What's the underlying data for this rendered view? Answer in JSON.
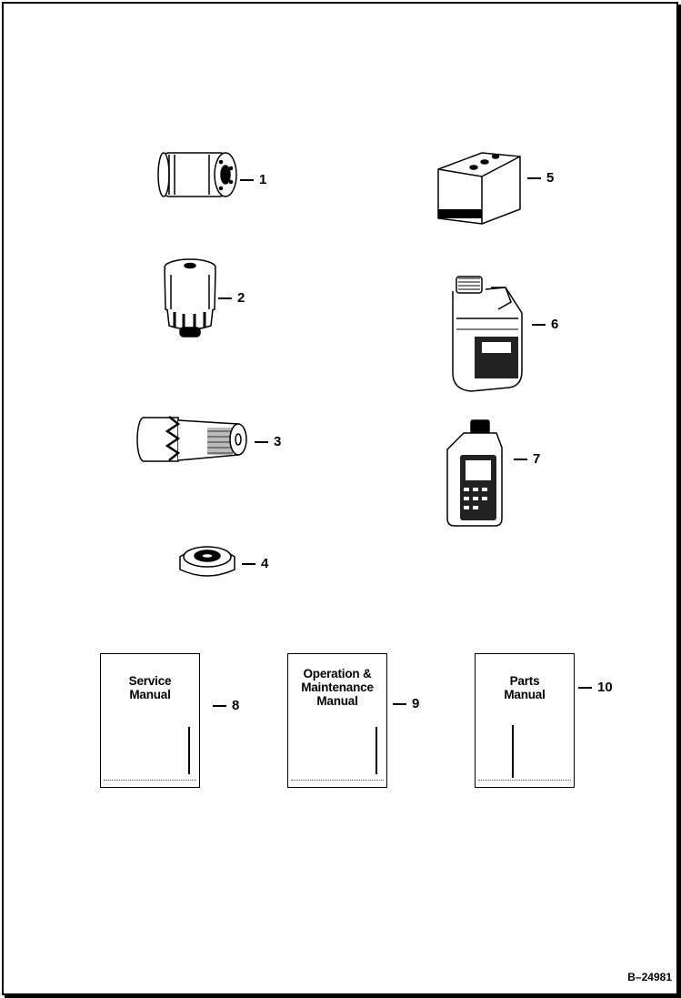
{
  "callouts": [
    "1",
    "2",
    "3",
    "4",
    "5",
    "6",
    "7",
    "8",
    "9",
    "10"
  ],
  "manuals": {
    "service_title": "Service Manual",
    "operation_title": "Operation & Maintenance Manual",
    "parts_title": "Parts Manual"
  },
  "figure_id": "B–24981",
  "items": {
    "1": "oil-filter-icon",
    "2": "fuel-filter-icon",
    "3": "air-filter-icon",
    "4": "fuel-cap-icon",
    "5": "battery-icon",
    "6": "coolant-jug-icon",
    "7": "oil-bottle-icon",
    "8": "service-manual-icon",
    "9": "operation-maintenance-manual-icon",
    "10": "parts-manual-icon"
  }
}
